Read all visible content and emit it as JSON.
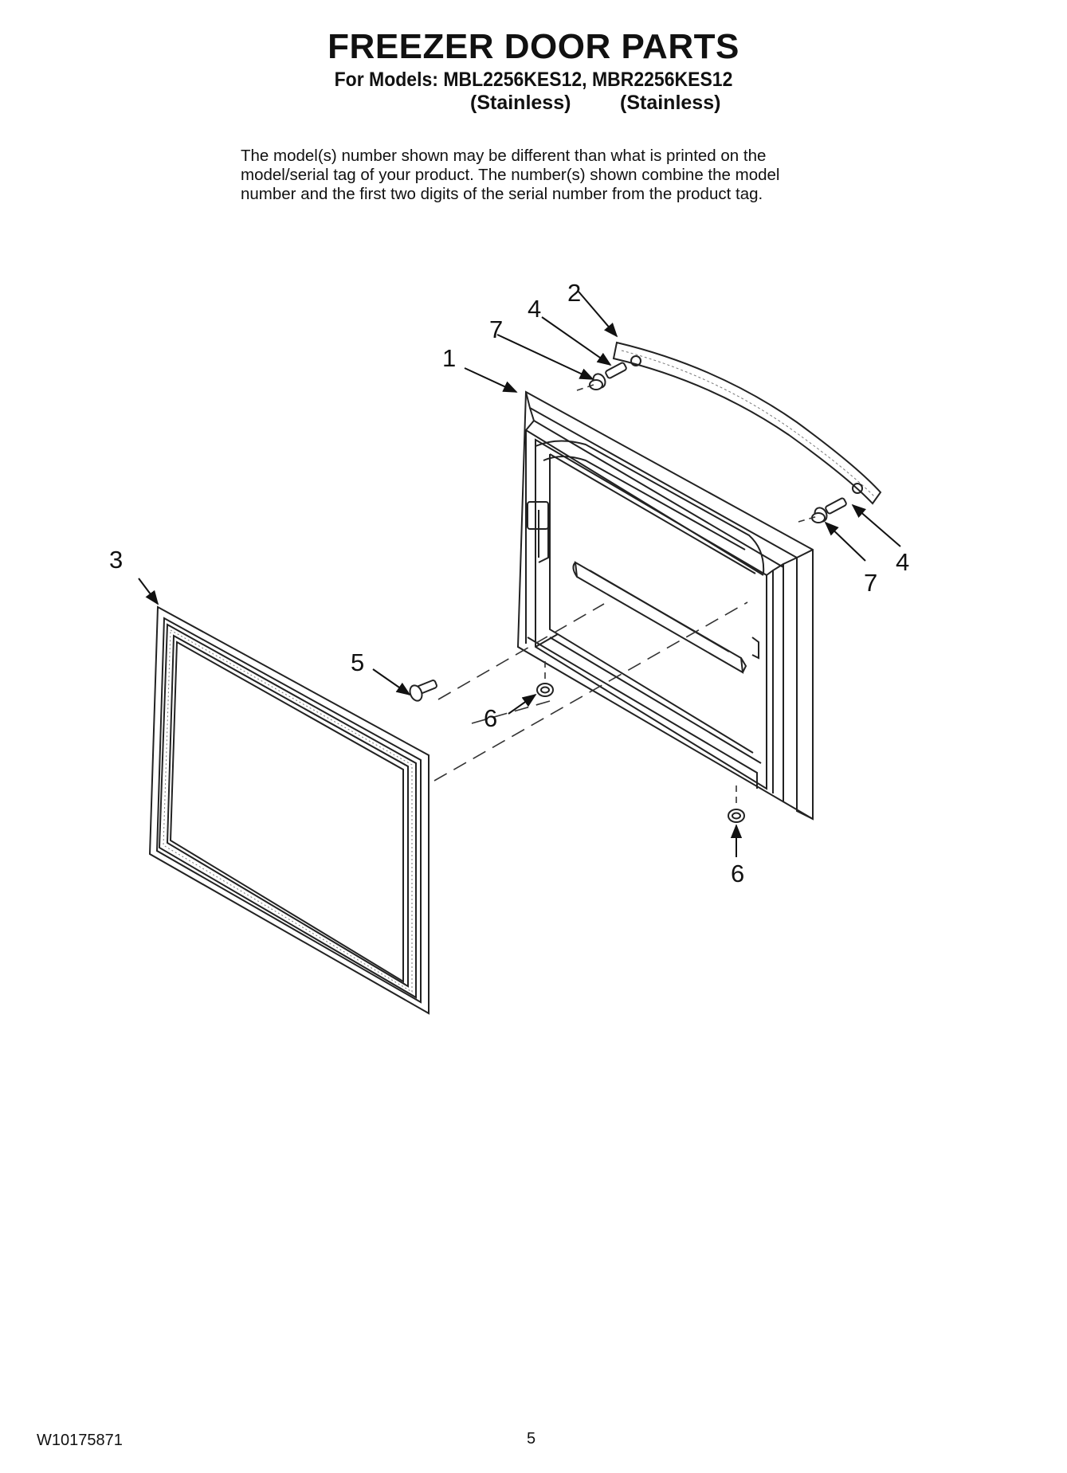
{
  "header": {
    "title": "FREEZER DOOR PARTS",
    "models_line": "For Models: MBL2256KES12, MBR2256KES12",
    "finish_1": "(Stainless)",
    "finish_2": "(Stainless)"
  },
  "note": {
    "line_1": "The model(s) number shown may be different than what is printed on the",
    "line_2": "model/serial tag of your product. The number(s) shown combine the model",
    "line_3": "number and the first two digits of the serial number from the product tag."
  },
  "callouts": {
    "door": "1",
    "handle": "2",
    "gasket": "3",
    "handle_screw_top": "4",
    "handle_screw_right": "4",
    "gasket_screw": "5",
    "plug_left": "6",
    "plug_bottom": "6",
    "washer_top": "7",
    "washer_right": "7"
  },
  "footer": {
    "doc_number": "W10175871",
    "page_number": "5"
  }
}
